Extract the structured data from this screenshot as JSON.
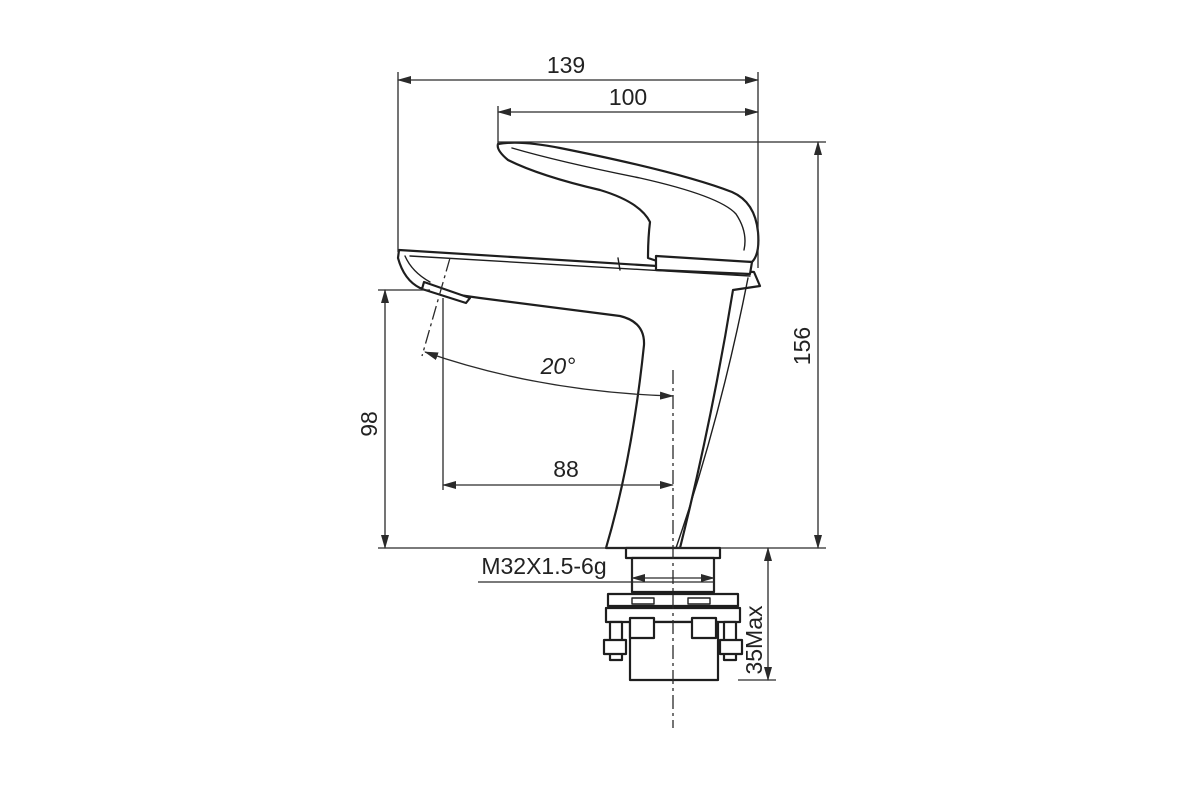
{
  "drawing": {
    "line_color": "#1e1e1e",
    "background": "#ffffff",
    "dimensions": {
      "overall_width": "139",
      "spout_reach": "100",
      "overall_height": "156",
      "spout_height": "98",
      "outlet_to_axis": "88",
      "spout_angle": "20°",
      "thread": "M32X1.5-6g",
      "deck_thickness": "35Max"
    }
  }
}
